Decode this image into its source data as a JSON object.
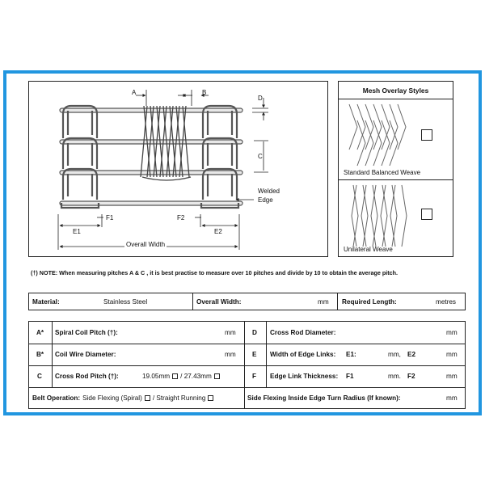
{
  "diagram": {
    "labels": {
      "a": "A",
      "b": "B",
      "c": "C",
      "d": "D",
      "e1": "E1",
      "e2": "E2",
      "f1": "F1",
      "f2": "F2",
      "welded_edge": "Welded\nEdge",
      "overall_width": "Overall Width"
    }
  },
  "overlay": {
    "title": "Mesh Overlay Styles",
    "styles": [
      {
        "label": "Standard Balanced Weave"
      },
      {
        "label": "Unilateral Weave"
      }
    ]
  },
  "note": {
    "marker": "(†)",
    "text": "NOTE: When measuring pitches A & C , it is best practise to measure over 10 pitches and divide by 10 to obtain the average pitch."
  },
  "row1": {
    "material_label": "Material:",
    "material_value": "Stainless Steel",
    "overall_width_label": "Overall Width:",
    "overall_width_unit": "mm",
    "required_length_label": "Required Length:",
    "required_length_unit": "metres"
  },
  "specs": {
    "a_key": "A*",
    "a_label": "Spiral Coil Pitch (†):",
    "a_unit": "mm",
    "b_key": "B*",
    "b_label": "Coil Wire Diameter:",
    "b_unit": "mm",
    "c_key": "C",
    "c_label": "Cross Rod Pitch (†):",
    "c_opt1": "19.05mm",
    "c_opt2": "/ 27.43mm",
    "d_key": "D",
    "d_label": "Cross Rod Diameter:",
    "d_unit": "mm",
    "e_key": "E",
    "e_label": "Width of Edge Links:",
    "e_e1": "E1:",
    "e_mm1": "mm,",
    "e_e2": "E2",
    "e_mm2": "mm",
    "f_key": "F",
    "f_label": "Edge Link Thickness:",
    "f_f1": "F1",
    "f_mm1": "mm.",
    "f_f2": "F2",
    "f_mm2": "mm",
    "belt_label": "Belt Operation:",
    "belt_opt1": "Side Flexing (Spiral)",
    "belt_opt2": "/ Straight Running",
    "radius_label": "Side Flexing Inside Edge Turn Radius (If known):",
    "radius_unit": "mm"
  },
  "colors": {
    "frame": "#2196e0",
    "lines": "#222222"
  }
}
